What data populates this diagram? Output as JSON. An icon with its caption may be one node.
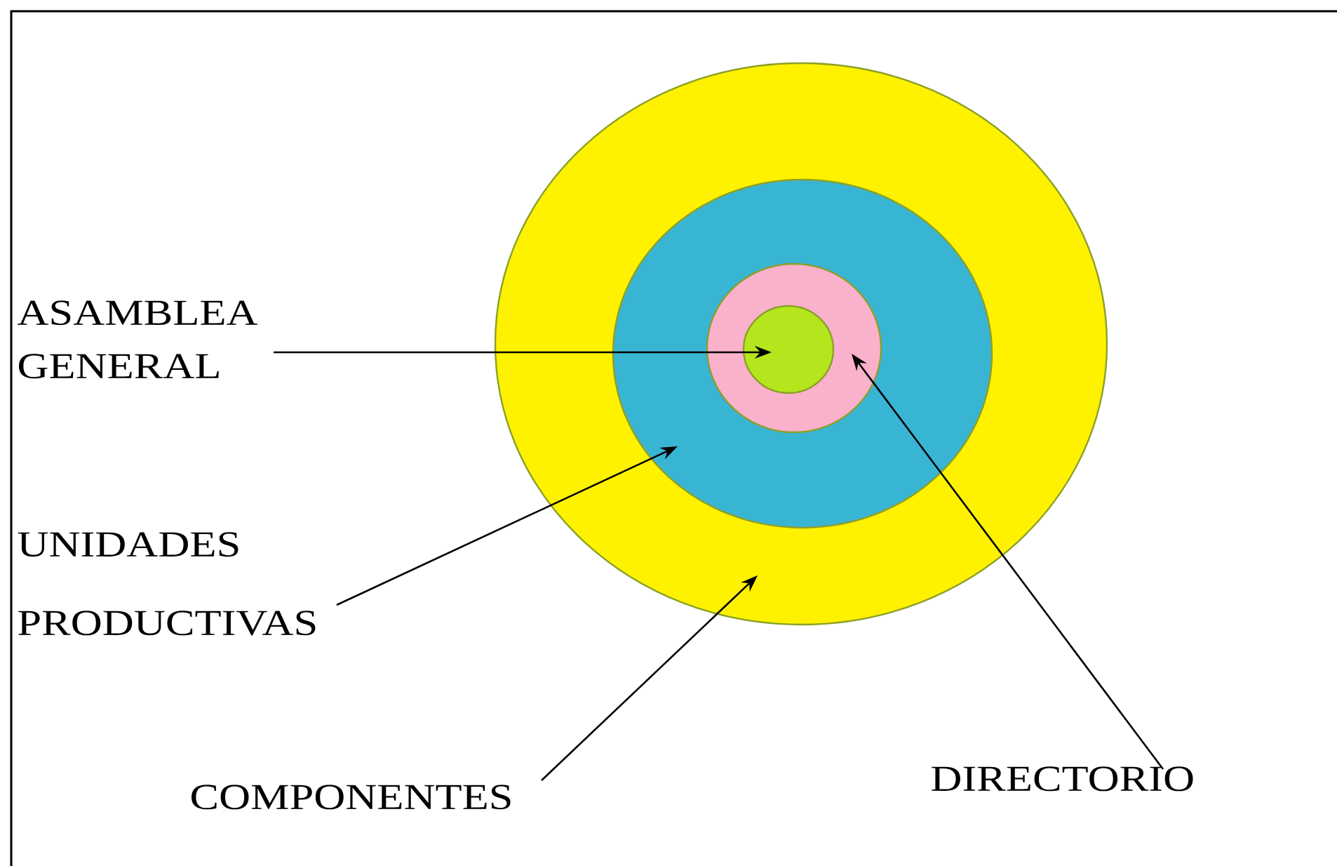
{
  "diagram": {
    "nodes": [
      {
        "text": [],
        "shape": "circle"
      },
      {
        "text": [],
        "shape": "circle",
        "in": 0
      },
      {
        "text": [],
        "shape": "circle",
        "in": 1
      },
      {
        "text": [],
        "shape": "circle",
        "in": 2
      },
      {
        "text": [
          "ASAMBLEA GENERAL"
        ]
      },
      {
        "text": [
          "UNIDADES PRODUCTIVAS"
        ]
      },
      {
        "text": [
          "COMPONENTES"
        ]
      },
      {
        "text": [
          "DIRECTORIO"
        ]
      }
    ],
    "edges": [
      {
        "from": 4,
        "to": 3,
        "arrow": "to"
      },
      {
        "from": 5,
        "to": 1,
        "arrow": "to"
      },
      {
        "from": 6,
        "to": 0,
        "arrow": "to"
      },
      {
        "from": 7,
        "to": 2,
        "arrow": "to"
      }
    ]
  }
}
